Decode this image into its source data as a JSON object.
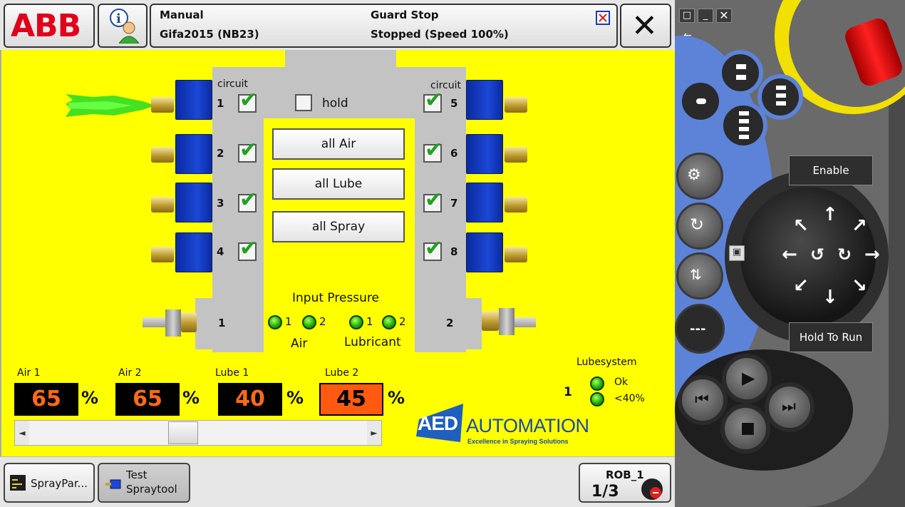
{
  "header": {
    "logo": "ABB",
    "mode": "Manual",
    "program": "Gifa2015 (NB23)",
    "state": "Guard Stop",
    "status": "Stopped (Speed 100%)"
  },
  "panel": {
    "circuit_label": "circuit",
    "hold_label": "hold",
    "left_circuits": [
      {
        "number": "1",
        "checked": true
      },
      {
        "number": "2",
        "checked": true
      },
      {
        "number": "3",
        "checked": true
      },
      {
        "number": "4",
        "checked": true
      }
    ],
    "right_circuits": [
      {
        "number": "5",
        "checked": true
      },
      {
        "number": "6",
        "checked": true
      },
      {
        "number": "7",
        "checked": true
      },
      {
        "number": "8",
        "checked": true
      }
    ],
    "buttons": {
      "all_air": "all Air",
      "all_lube": "all Lube",
      "all_spray": "all Spray"
    },
    "input_pressure": {
      "title": "Input Pressure",
      "air_label": "Air",
      "lubricant_label": "Lubricant",
      "led_labels": [
        "1",
        "2",
        "1",
        "2"
      ]
    },
    "manifold_labels": {
      "left": "1",
      "right": "2"
    },
    "values": [
      {
        "label": "Air 1",
        "value": "65",
        "unit": "%"
      },
      {
        "label": "Air 2",
        "value": "65",
        "unit": "%"
      },
      {
        "label": "Lube 1",
        "value": "40",
        "unit": "%"
      },
      {
        "label": "Lube 2",
        "value": "45",
        "unit": "%"
      }
    ],
    "lubesystem": {
      "title": "Lubesystem",
      "number": "1",
      "ok_label": "Ok",
      "low_label": "<40%"
    },
    "brand": {
      "name_bold": "AED",
      "name_rest": "AUTOMATION",
      "tagline": "Excellence in Spraying Solutions"
    },
    "colors": {
      "background": "#ffff00",
      "value_text": "#ff6a13",
      "selected_value_bg": "#ff5a10",
      "led_green": "#22b000",
      "pump_blue": "#1b48d6"
    }
  },
  "taskbar": {
    "tasks": [
      {
        "label": "SprayPar..."
      },
      {
        "label_line1": "Test",
        "label_line2": "Spraytool"
      }
    ],
    "robot": {
      "name": "ROB_1",
      "fraction": "1/3"
    }
  },
  "pendant": {
    "enable_label": "Enable",
    "hold_label": "Hold To Run"
  }
}
